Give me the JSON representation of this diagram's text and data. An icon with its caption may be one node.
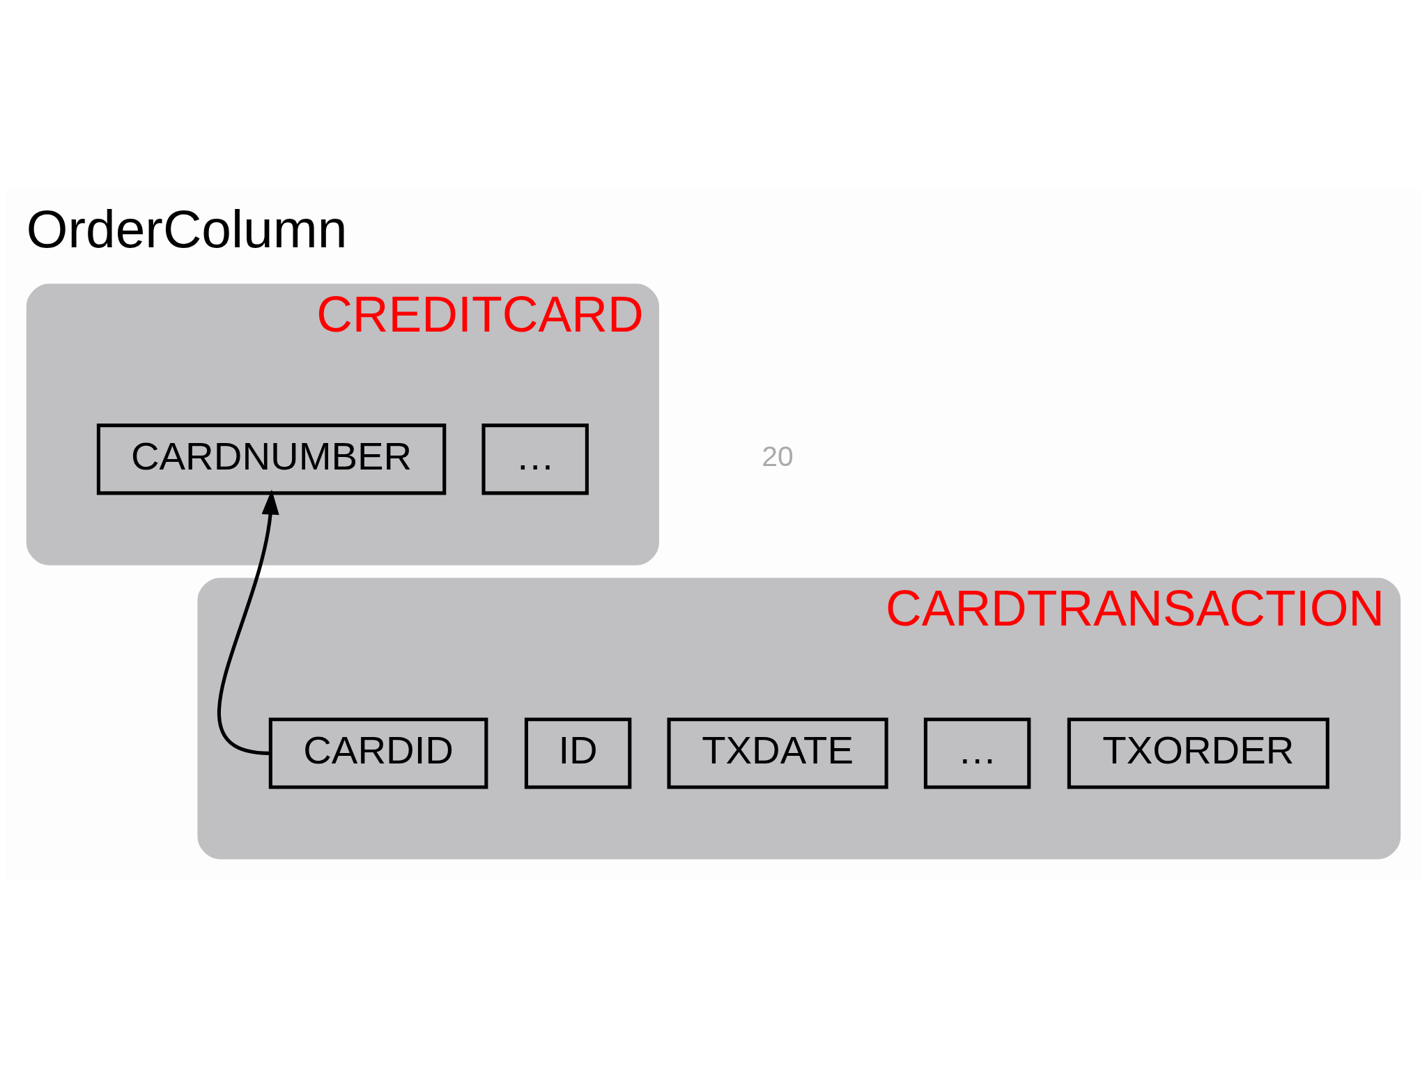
{
  "diagram": {
    "title": "OrderColumn",
    "nodes": [
      {
        "text": [
          "CREDITCARD"
        ]
      },
      {
        "text": [
          "CARDNUMBER"
        ],
        "in": 0
      },
      {
        "text": [
          "…"
        ],
        "in": 0
      },
      {
        "text": [
          "CARDTRANSACTION"
        ]
      },
      {
        "text": [
          "CARDID"
        ],
        "in": 3
      },
      {
        "text": [
          "ID"
        ],
        "in": 3
      },
      {
        "text": [
          "TXDATE"
        ],
        "in": 3
      },
      {
        "text": [
          "…"
        ],
        "in": 3
      },
      {
        "text": [
          "TXORDER"
        ],
        "in": 3
      }
    ],
    "edges": [
      {
        "from": 4,
        "to": 1,
        "arrow": "to"
      }
    ],
    "labels": [
      "20"
    ]
  }
}
